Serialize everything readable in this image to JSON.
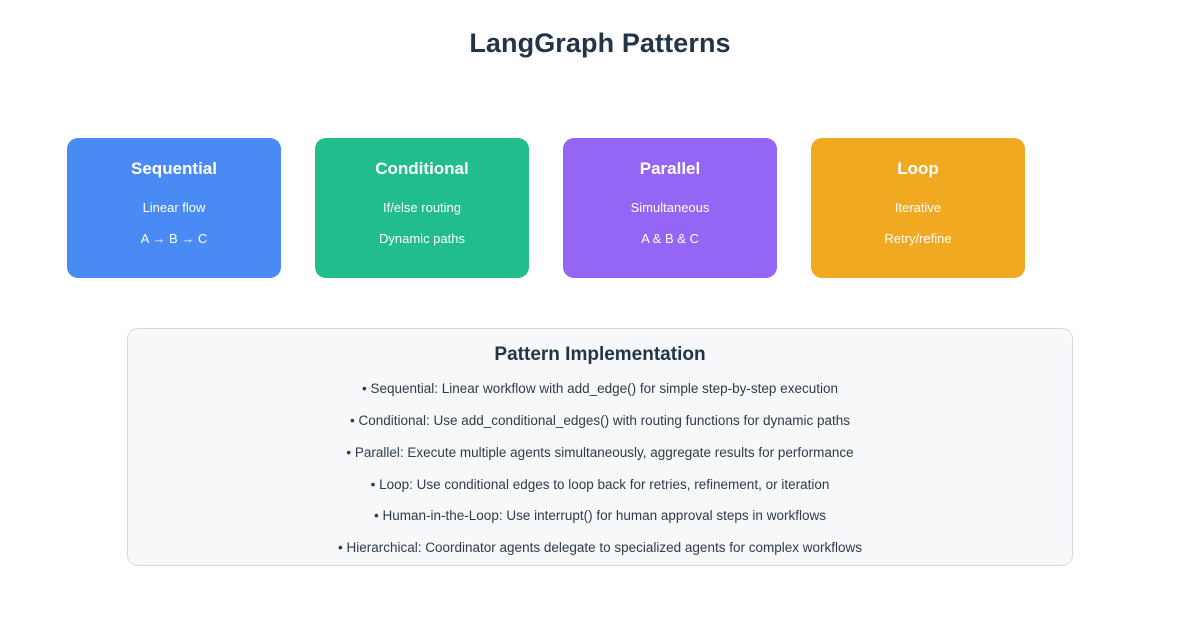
{
  "page": {
    "title": "LangGraph Patterns",
    "background": "#ffffff",
    "title_color": "#243447"
  },
  "cards": [
    {
      "name": "sequential",
      "title": "Sequential",
      "line1": "Linear flow",
      "line2": "A → B → C",
      "color": "#4a8af4"
    },
    {
      "name": "conditional",
      "title": "Conditional",
      "line1": "If/else routing",
      "line2": "Dynamic paths",
      "color": "#22bd8c"
    },
    {
      "name": "parallel",
      "title": "Parallel",
      "line1": "Simultaneous",
      "line2": "A & B & C",
      "color": "#9566f5"
    },
    {
      "name": "loop",
      "title": "Loop",
      "line1": "Iterative",
      "line2": "Retry/refine",
      "color": "#f2a922"
    }
  ],
  "implementation": {
    "heading": "Pattern Implementation",
    "panel_background": "#f7f8fa",
    "panel_border": "#d4d7de",
    "items": [
      "• Sequential: Linear workflow with add_edge() for simple step-by-step execution",
      "• Conditional: Use add_conditional_edges() with routing functions for dynamic paths",
      "• Parallel: Execute multiple agents simultaneously, aggregate results for performance",
      "• Loop: Use conditional edges to loop back for retries, refinement, or iteration",
      "• Human-in-the-Loop: Use interrupt() for human approval steps in workflows",
      "• Hierarchical: Coordinator agents delegate to specialized agents for complex workflows"
    ]
  }
}
